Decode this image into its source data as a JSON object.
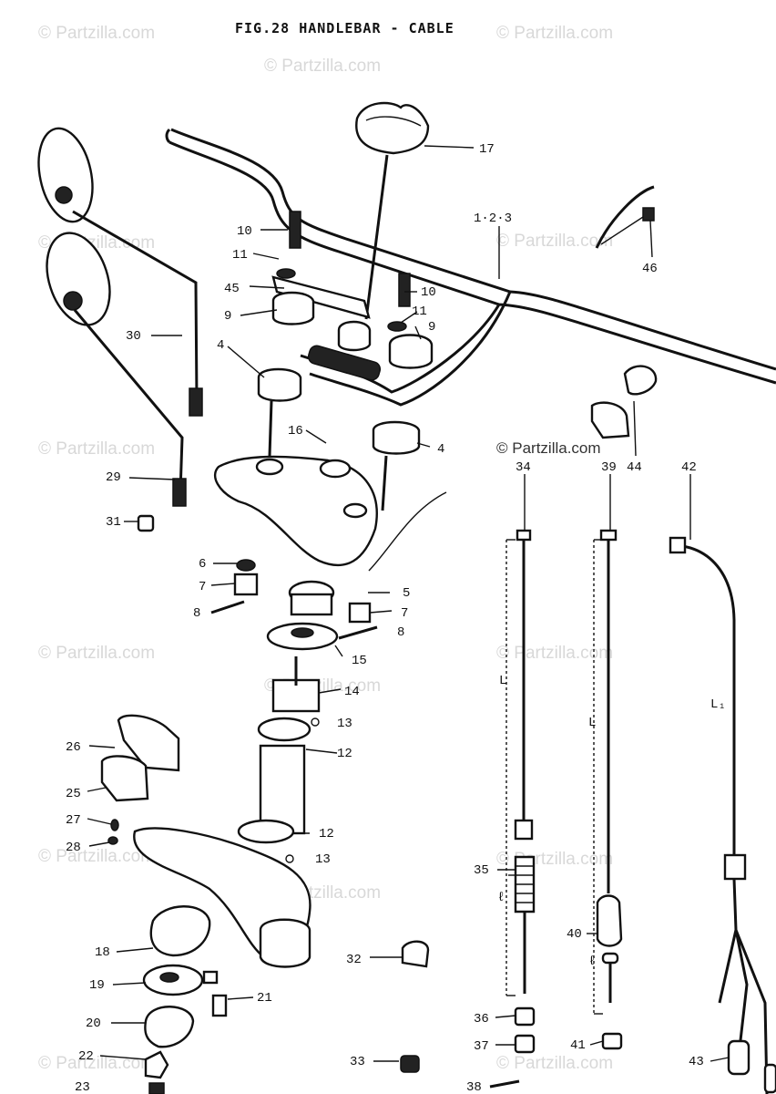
{
  "title": "FIG.28  HANDLEBAR - CABLE",
  "watermark": "© Partzilla.com",
  "callouts": [
    {
      "id": "c-17",
      "text": "17"
    },
    {
      "id": "c-123",
      "text": "1·2·3"
    },
    {
      "id": "c-46",
      "text": "46"
    },
    {
      "id": "c-10a",
      "text": "10"
    },
    {
      "id": "c-11a",
      "text": "11"
    },
    {
      "id": "c-45",
      "text": "45"
    },
    {
      "id": "c-10b",
      "text": "10"
    },
    {
      "id": "c-9a",
      "text": "9"
    },
    {
      "id": "c-11b",
      "text": "11"
    },
    {
      "id": "c-9b",
      "text": "9"
    },
    {
      "id": "c-30",
      "text": "30"
    },
    {
      "id": "c-4a",
      "text": "4"
    },
    {
      "id": "c-16",
      "text": "16"
    },
    {
      "id": "c-4b",
      "text": "4"
    },
    {
      "id": "c-29",
      "text": "29"
    },
    {
      "id": "c-31",
      "text": "31"
    },
    {
      "id": "c-6",
      "text": "6"
    },
    {
      "id": "c-7a",
      "text": "7"
    },
    {
      "id": "c-8a",
      "text": "8"
    },
    {
      "id": "c-5",
      "text": "5"
    },
    {
      "id": "c-7b",
      "text": "7"
    },
    {
      "id": "c-8b",
      "text": "8"
    },
    {
      "id": "c-15",
      "text": "15"
    },
    {
      "id": "c-14",
      "text": "14"
    },
    {
      "id": "c-13a",
      "text": "13"
    },
    {
      "id": "c-12a",
      "text": "12"
    },
    {
      "id": "c-26",
      "text": "26"
    },
    {
      "id": "c-25",
      "text": "25"
    },
    {
      "id": "c-27",
      "text": "27"
    },
    {
      "id": "c-28",
      "text": "28"
    },
    {
      "id": "c-12b",
      "text": "12"
    },
    {
      "id": "c-13b",
      "text": "13"
    },
    {
      "id": "c-18",
      "text": "18"
    },
    {
      "id": "c-32",
      "text": "32"
    },
    {
      "id": "c-19",
      "text": "19"
    },
    {
      "id": "c-21",
      "text": "21"
    },
    {
      "id": "c-20",
      "text": "20"
    },
    {
      "id": "c-22",
      "text": "22"
    },
    {
      "id": "c-23",
      "text": "23"
    },
    {
      "id": "c-33",
      "text": "33"
    },
    {
      "id": "c-38",
      "text": "38"
    },
    {
      "id": "c-34",
      "text": "34"
    },
    {
      "id": "c-39",
      "text": "39"
    },
    {
      "id": "c-44",
      "text": "44"
    },
    {
      "id": "c-42",
      "text": "42"
    },
    {
      "id": "c-35",
      "text": "35"
    },
    {
      "id": "c-40",
      "text": "40"
    },
    {
      "id": "c-36",
      "text": "36"
    },
    {
      "id": "c-37",
      "text": "37"
    },
    {
      "id": "c-41",
      "text": "41"
    },
    {
      "id": "c-43",
      "text": "43"
    },
    {
      "id": "c-L1",
      "text": "L"
    },
    {
      "id": "c-L2",
      "text": "L"
    },
    {
      "id": "c-L3",
      "text": "L₁"
    },
    {
      "id": "c-l1",
      "text": "ℓ"
    },
    {
      "id": "c-l2",
      "text": "ℓ"
    }
  ]
}
